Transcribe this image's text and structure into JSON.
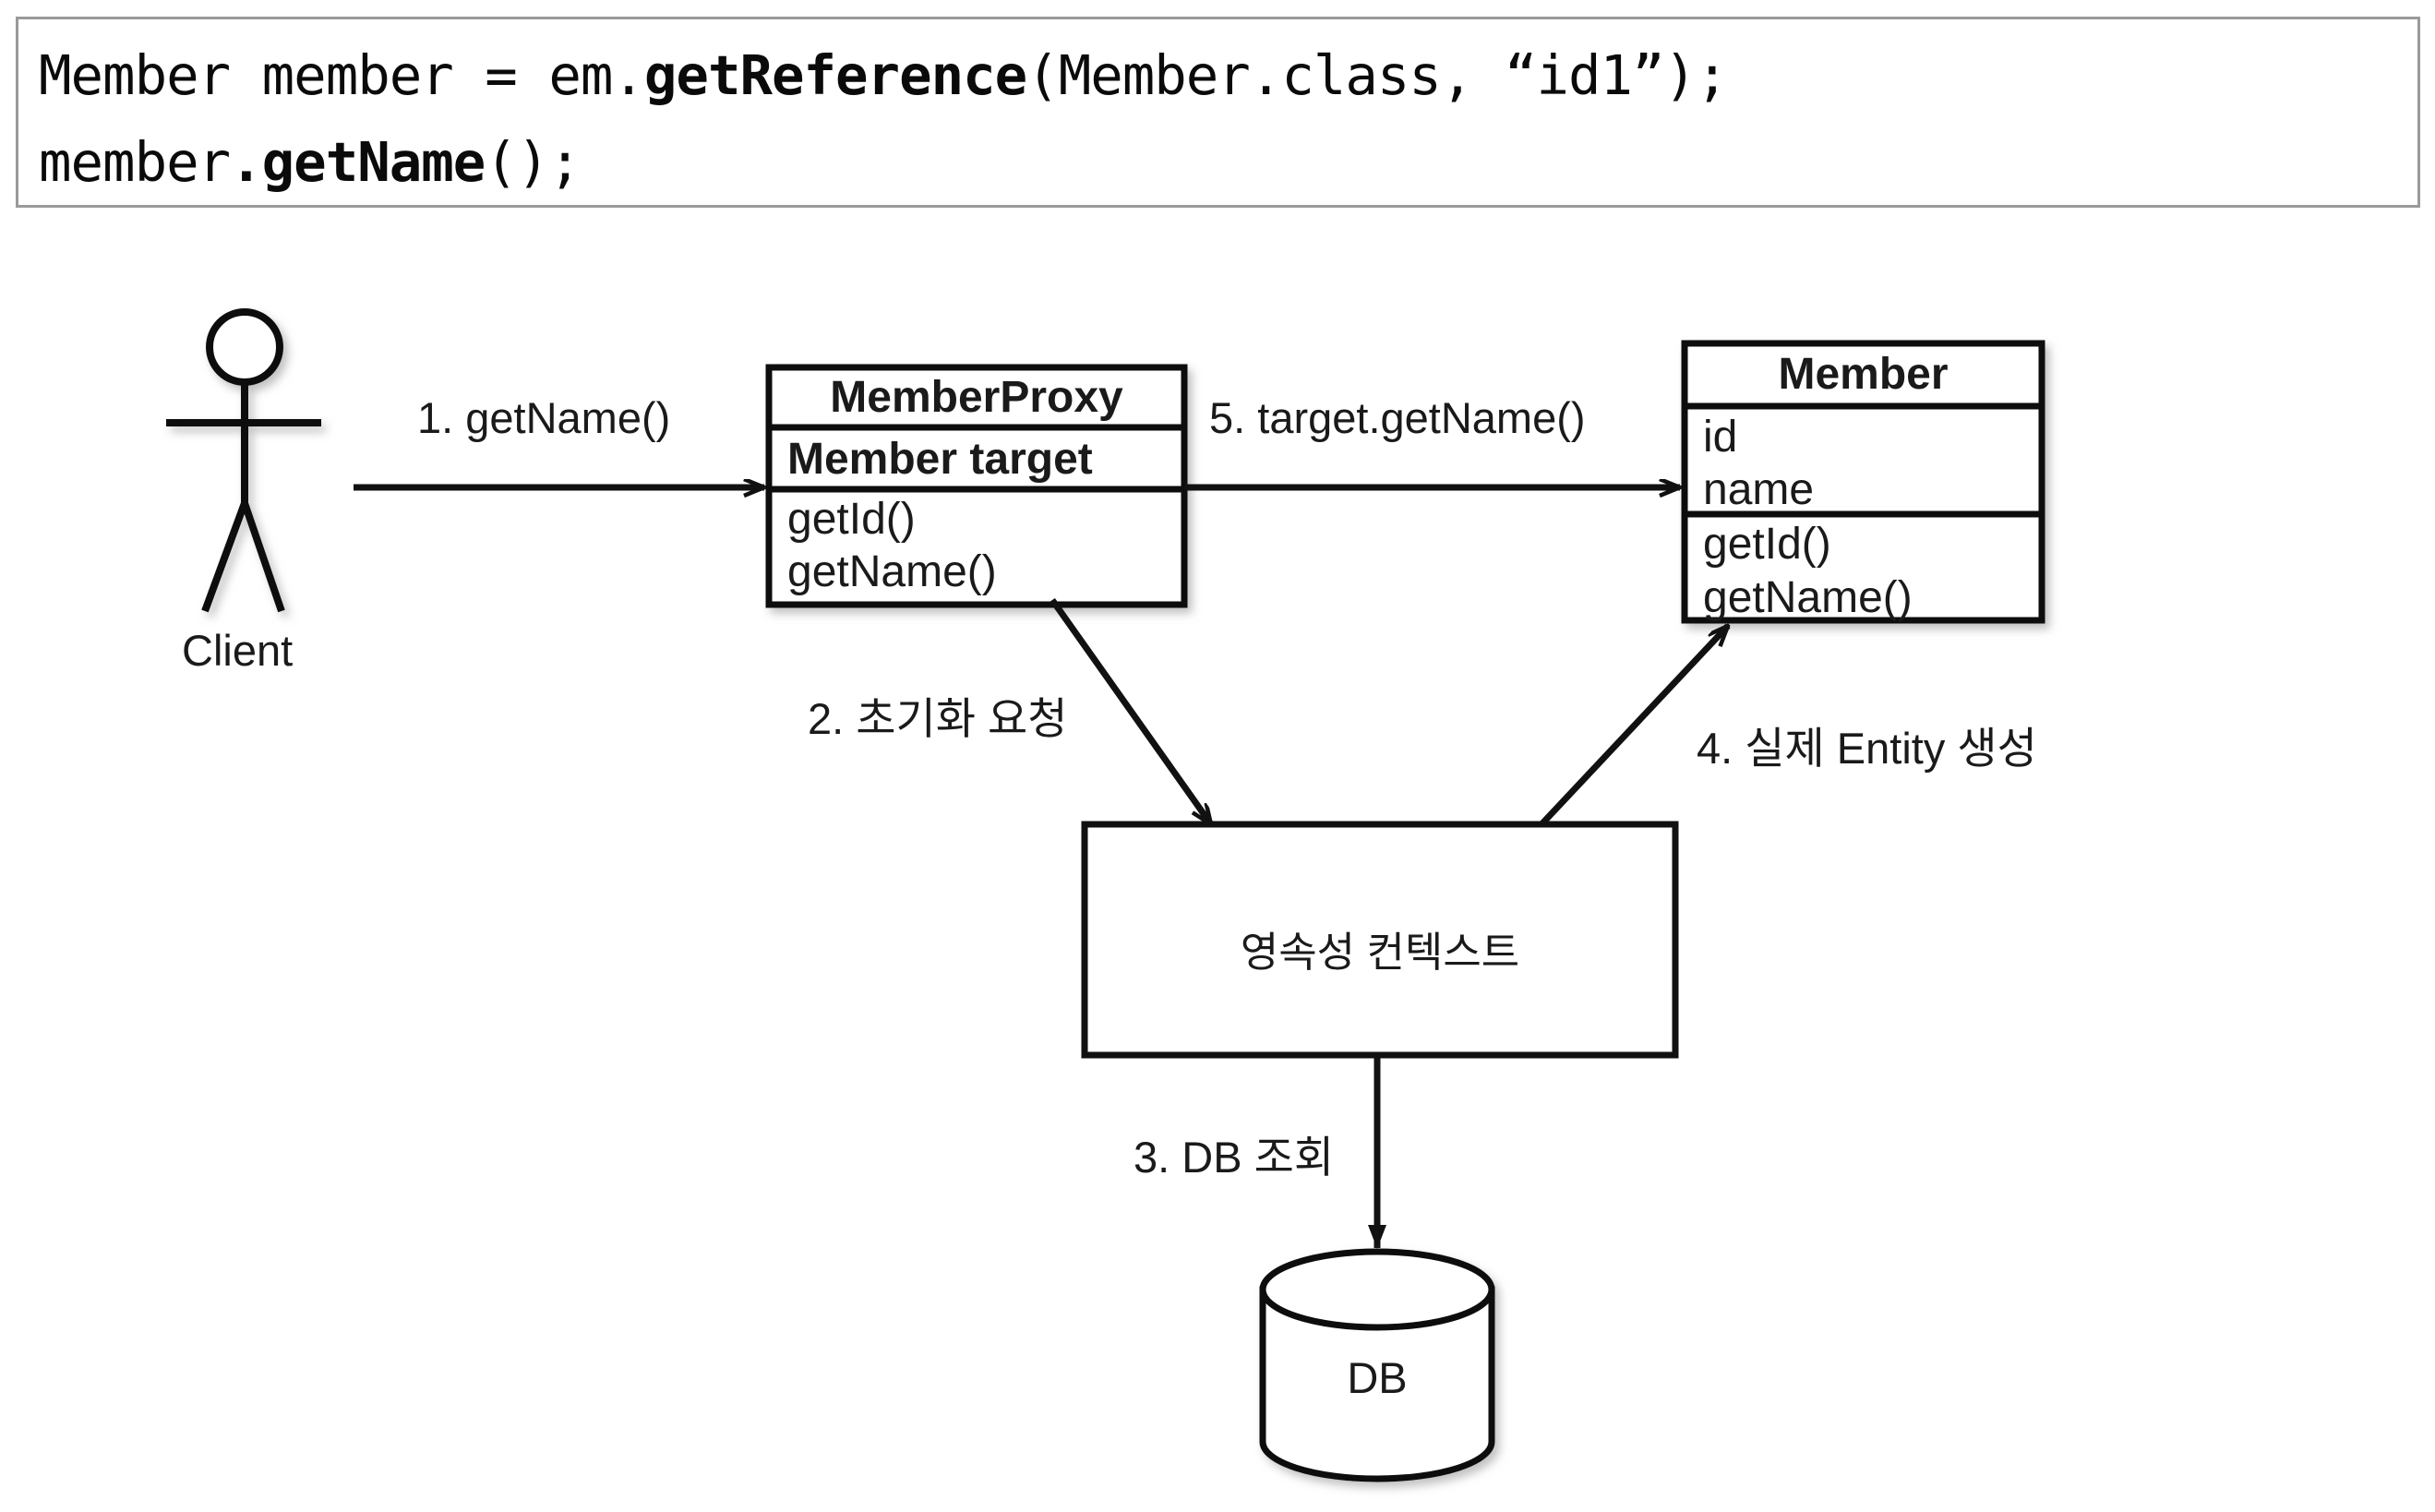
{
  "code_snippet": {
    "line1_prefix": "Member member = em.",
    "line1_bold": "getReference",
    "line1_suffix": "(Member.class, “id1”);",
    "line2_prefix": "member",
    "line2_bold": ".getName",
    "line2_suffix": "();"
  },
  "actor": {
    "label": "Client",
    "icon": "stick-figure-actor-icon"
  },
  "proxy_class": {
    "title": "MemberProxy",
    "attributes": [
      "Member target"
    ],
    "methods": [
      "getId()",
      "getName()"
    ]
  },
  "entity_class": {
    "title": "Member",
    "attributes": [
      "id",
      "name"
    ],
    "methods": [
      "getId()",
      "getName()"
    ]
  },
  "persistence_context": {
    "label": "영속성 컨텍스트"
  },
  "database": {
    "label": "DB",
    "icon": "database-cylinder-icon"
  },
  "flows": [
    {
      "id": "1",
      "label": "1. getName()",
      "from": "Client",
      "to": "MemberProxy"
    },
    {
      "id": "2",
      "label": "2. 초기화 요청",
      "from": "MemberProxy",
      "to": "영속성 컨텍스트"
    },
    {
      "id": "3",
      "label": "3. DB 조회",
      "from": "영속성 컨텍스트",
      "to": "DB"
    },
    {
      "id": "4",
      "label": "4. 실제 Entity 생성",
      "from": "영속성 컨텍스트",
      "to": "Member"
    },
    {
      "id": "5",
      "label": "5. target.getName()",
      "from": "MemberProxy",
      "to": "Member"
    }
  ],
  "colors": {
    "stroke": "#111111",
    "code_border": "#9a9a9a",
    "background": "#ffffff",
    "text": "#1a1a1a"
  }
}
